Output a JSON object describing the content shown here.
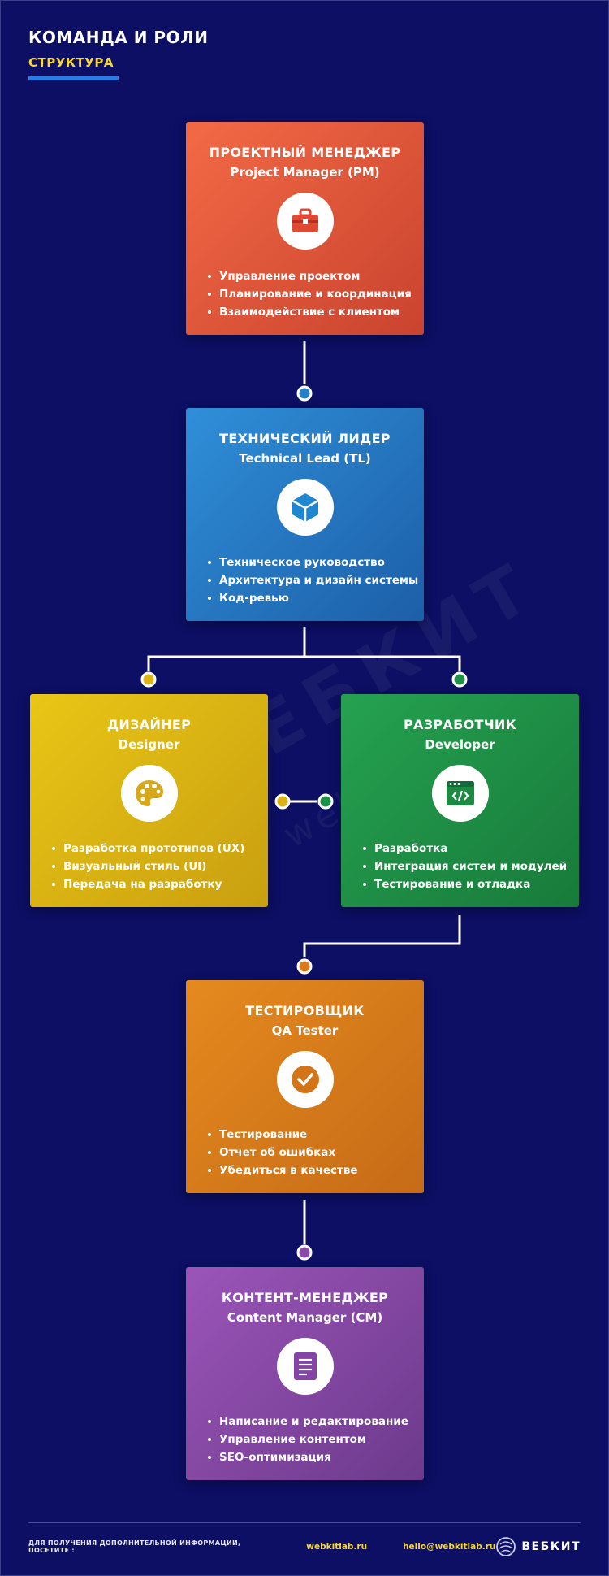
{
  "header": {
    "title": "КОМАНДА И РОЛИ",
    "subtitle": "СТРУКТУРА"
  },
  "watermark": {
    "text": "ВЕБКИТ",
    "url": "webkitlab.ru"
  },
  "roles": {
    "pm": {
      "title": "ПРОЕКТНЫЙ МЕНЕДЖЕР",
      "subtitle": "Project Manager (PM)",
      "icon": "briefcase-icon",
      "color": "#e85a3b",
      "items": [
        "Управление проектом",
        "Планирование и координация",
        "Взаимодействие с клиентом"
      ]
    },
    "tl": {
      "title": "ТЕХНИЧЕСКИЙ ЛИДЕР",
      "subtitle": "Technical Lead (TL)",
      "icon": "cube-icon",
      "color": "#2680c9",
      "items": [
        "Техническое руководство",
        "Архитектура и дизайн системы",
        "Код-ревью"
      ]
    },
    "ds": {
      "title": "ДИЗАЙНЕР",
      "subtitle": "Designer",
      "icon": "palette-icon",
      "color": "#dcb413",
      "items": [
        "Разработка прототипов (UX)",
        "Визуальный стиль (UI)",
        "Передача на разработку"
      ]
    },
    "dv": {
      "title": "РАЗРАБОТЧИК",
      "subtitle": "Developer",
      "icon": "code-window-icon",
      "color": "#1f9147",
      "items": [
        "Разработка",
        "Интеграция систем и модулей",
        "Тестирование и отладка"
      ]
    },
    "qa": {
      "title": "ТЕСТИРОВЩИК",
      "subtitle": "QA Tester",
      "icon": "check-icon",
      "color": "#d97a1b",
      "items": [
        "Тестирование",
        "Отчет об ошибках",
        "Убедиться в качестве"
      ]
    },
    "cm": {
      "title": "КОНТЕНТ-МЕНЕДЖЕР",
      "subtitle": "Content Manager (CM)",
      "icon": "document-icon",
      "color": "#8a4aa8",
      "items": [
        "Написание и редактирование",
        "Управление контентом",
        "SEO-оптимизация"
      ]
    }
  },
  "footer": {
    "note": "ДЛЯ ПОЛУЧЕНИЯ ДОПОЛНИТЕЛЬНОЙ ИНФОРМАЦИИ, ПОСЕТИТЕ :",
    "site": "webkitlab.ru",
    "email": "hello@webkitlab.ru",
    "logo": "ВЕБКИТ"
  }
}
